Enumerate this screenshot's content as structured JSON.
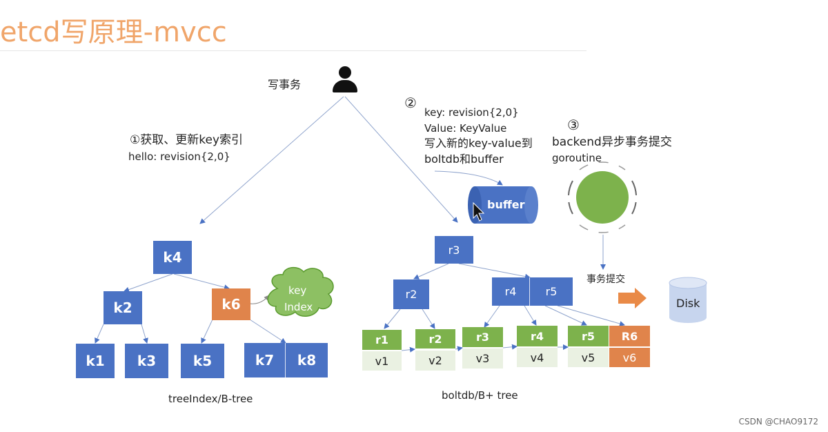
{
  "title": "etcd写原理-mvcc",
  "user": {
    "label": "写事务"
  },
  "step1": {
    "line1": "①获取、更新key索引",
    "line2": "hello: revision{2,0}"
  },
  "step2": {
    "marker": "②",
    "lines": [
      "key: revision{2,0}",
      "Value: KeyValue",
      "写入新的key-value到",
      "boltdb和buffer"
    ]
  },
  "step3": {
    "marker": "③",
    "line1": "backend异步事务提交",
    "line2": "goroutine"
  },
  "buffer": {
    "label": "buffer"
  },
  "commit": {
    "label": "事务提交"
  },
  "disk": {
    "label": "Disk"
  },
  "cloud": {
    "line1": "key",
    "line2": "Index"
  },
  "tree_index": {
    "caption": "treeIndex/B-tree",
    "nodes": {
      "k4": "k4",
      "k2": "k2",
      "k6": "k6",
      "k1": "k1",
      "k3": "k3",
      "k5": "k5",
      "k7": "k7",
      "k8": "k8"
    }
  },
  "boltdb": {
    "caption": "boltdb/B+ tree",
    "inner": {
      "r3": "r3",
      "r2": "r2",
      "r4": "r4",
      "r5": "r5"
    },
    "leaves": [
      {
        "key": "r1",
        "value": "v1"
      },
      {
        "key": "r2",
        "value": "v2"
      },
      {
        "key": "r3",
        "value": "v3"
      },
      {
        "key": "r4",
        "value": "v4"
      },
      {
        "key": "r5",
        "value": "v5"
      },
      {
        "key": "R6",
        "value": "v6"
      }
    ]
  },
  "watermark": "CSDN @CHAO9172",
  "colors": {
    "blue": "#4a72c4",
    "orange": "#e0844b",
    "green": "#7db24c",
    "title": "#f0a56a"
  }
}
